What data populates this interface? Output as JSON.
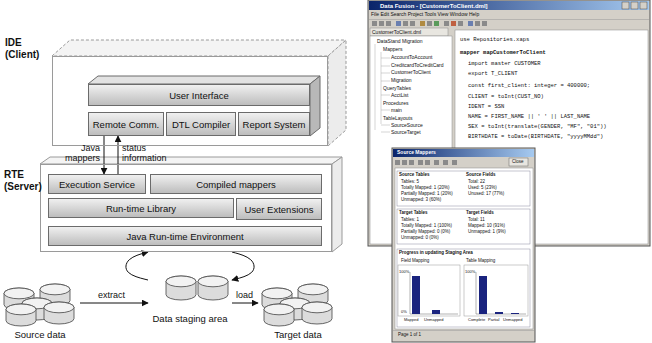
{
  "diagram": {
    "nodes": [
      {
        "text": [
          "IDE (Client)"
        ]
      },
      {
        "text": [
          "User Interface"
        ],
        "in": 0
      },
      {
        "text": [
          "Remote Comm."
        ],
        "in": 0
      },
      {
        "text": [
          "DTL Compiler"
        ],
        "in": 0
      },
      {
        "text": [
          "Report System"
        ],
        "in": 0
      },
      {
        "text": [
          "RTE (Server)"
        ]
      },
      {
        "text": [
          "Execution Service"
        ],
        "in": 5
      },
      {
        "text": [
          "Compiled mappers"
        ],
        "in": 5
      },
      {
        "text": [
          "Run-time Library"
        ],
        "in": 5
      },
      {
        "text": [
          "User Extensions"
        ],
        "in": 5
      },
      {
        "text": [
          "Java Run-time Environment"
        ],
        "in": 5
      },
      {
        "text": [
          "Source data"
        ]
      },
      {
        "text": [
          "Data staging area"
        ]
      },
      {
        "text": [
          "Target data"
        ]
      }
    ],
    "edges": [
      {
        "from": 2,
        "to": 6,
        "arrow": "to",
        "label": "Java mappers"
      },
      {
        "from": 6,
        "to": 2,
        "arrow": "to",
        "label": "status information"
      },
      {
        "from": 11,
        "to": 12,
        "arrow": "to",
        "label": "extract"
      },
      {
        "from": 12,
        "to": 13,
        "arrow": "to",
        "label": "load"
      },
      {
        "from": 12,
        "to": 5,
        "arrow": "to"
      },
      {
        "from": 5,
        "to": 12,
        "arrow": "to"
      }
    ],
    "labels": [
      "Data Fusion - [CustomerToClient.dml]",
      "File Edit Search Project Tools View Window Help",
      "CustomerToClient.dml",
      "use Repositories.xaps",
      "mapper mapCustomerToClient",
      "import master CUSTOMER",
      "export T_CLIENT",
      "const first_client: integer = 400000;",
      "CLIENT = toInt(CUST_NO)",
      "IDENT = SSN",
      "NAME = FIRST_NAME || ' ' || LAST_NAME",
      "SEX = toInt(translate(GENDER, \"MF\", \"01\"))",
      "BIRTHDATE = toDate(BIRTHDATE, \"yyyyMMdd\")",
      "DataStand Migration",
      "Mappers",
      "AccountToAccount",
      "CreditcardToCreditCard",
      "CustomerToClient",
      "Migration",
      "QueryTables",
      "AcctList",
      "Procedures",
      "main",
      "TableLayouts",
      "SourceSource",
      "SourceTarget",
      "Source Mappers",
      "Close",
      "Source Tables",
      "Tables: 5",
      "Totally Mapped: 1 (20%)",
      "Partially Mapped: 1 (20%)",
      "Unmapped: 3 (60%)",
      "Source Fields",
      "Total: 22",
      "Used: 5 (23%)",
      "Unused: 17 (77%)",
      "Target Tables",
      "Tables: 1",
      "Totally Mapped: 1 (100%)",
      "Partially Mapped: 0 (0%)",
      "Unmapped: 0 (0%)",
      "Target Fields",
      "Total: 11",
      "Mapped: 10 (91%)",
      "Unmapped: 1 (9%)",
      "Progress in updating Staging Area",
      "Field Mapping",
      "Table Mapping",
      "100%",
      "0%",
      "Mapped",
      "Unmapped",
      "100%",
      "Complete",
      "Partial",
      "Unmapped",
      "Page 1 of 1"
    ]
  }
}
